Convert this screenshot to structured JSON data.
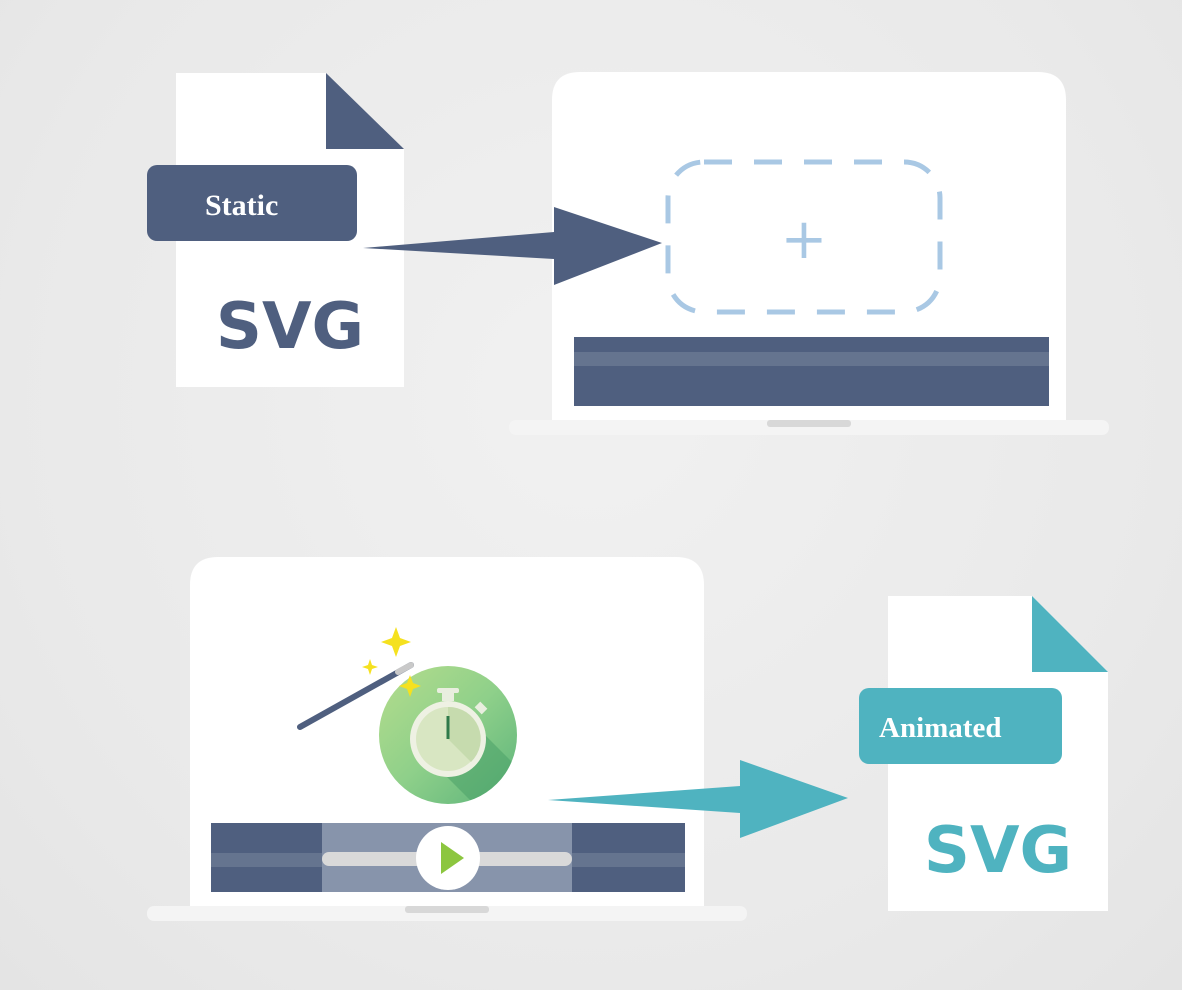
{
  "static_file": {
    "tag_label": "Static",
    "file_type": "SVG"
  },
  "animated_file": {
    "tag_label": "Animated",
    "file_type": "SVG"
  },
  "drop_zone": {
    "symbol": "+"
  },
  "colors": {
    "navy": "#4f5f7f",
    "teal": "#4fb3c0",
    "dashed": "#a9c8e4",
    "green_light": "#a7d88a",
    "green_dark": "#5bb37a",
    "sparkle": "#f5e11f",
    "play": "#8cc63f"
  },
  "icons": {
    "wand": "magic-wand-icon",
    "stopwatch": "stopwatch-icon",
    "play": "play-icon",
    "sparkles": "sparkle-icon"
  }
}
